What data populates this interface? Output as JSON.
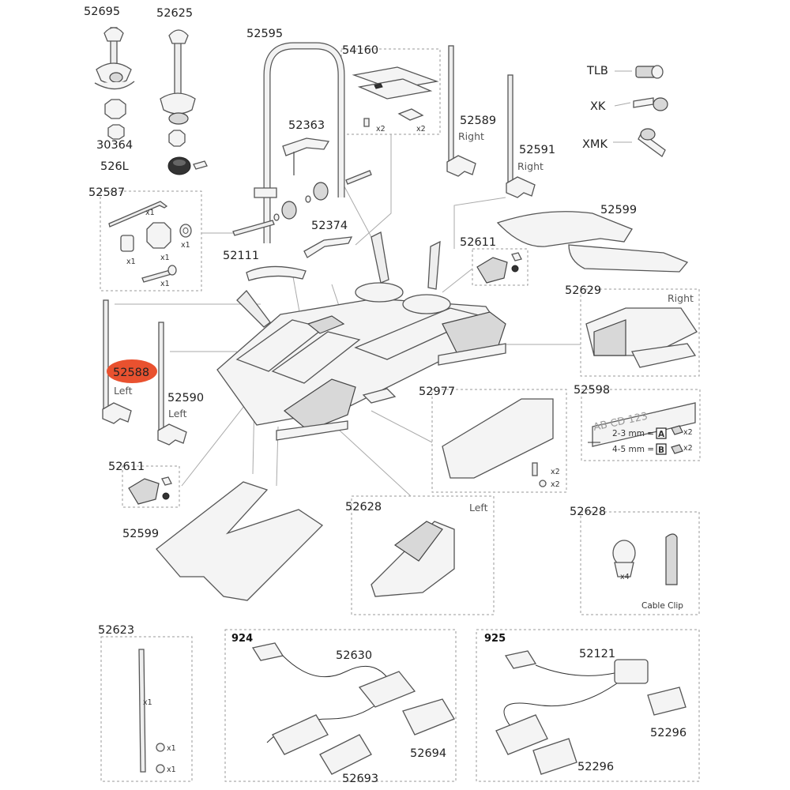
{
  "parts": {
    "p52695": "52695",
    "p52625": "52625",
    "p30364": "30364",
    "p526L": "526L",
    "p52595": "52595",
    "p54160": "54160",
    "p52363": "52363",
    "p52589": "52589",
    "p52591": "52591",
    "pTLB": "TLB",
    "pXK": "XK",
    "pXMK": "XMK",
    "p52587": "52587",
    "p52599a": "52599",
    "p52374": "52374",
    "p52611a": "52611",
    "p52111": "52111",
    "p52629": "52629",
    "p52588": "52588",
    "p52590": "52590",
    "p52977": "52977",
    "p52598": "52598",
    "p52611b": "52611",
    "p52599b": "52599",
    "p52628a": "52628",
    "p52628b": "52628",
    "p52623": "52623",
    "p52630": "52630",
    "p52694": "52694",
    "p52693": "52693",
    "p52121": "52121",
    "p52296a": "52296",
    "p52296b": "52296"
  },
  "sides": {
    "right1": "Right",
    "right2": "Right",
    "right3": "Right",
    "left1": "Left",
    "left2": "Left",
    "left3": "Left"
  },
  "kits": {
    "k924": "924",
    "k925": "925"
  },
  "quantities": {
    "x1": "x1",
    "x2": "x2",
    "x4": "x4"
  },
  "plate": {
    "text": "AB CD 123",
    "row1": "2-3 mm =",
    "row1_badge": "A",
    "row2": "4-5 mm =",
    "row2_badge": "B"
  },
  "cable_clip": "Cable Clip",
  "highlight_color": "#e9512f"
}
